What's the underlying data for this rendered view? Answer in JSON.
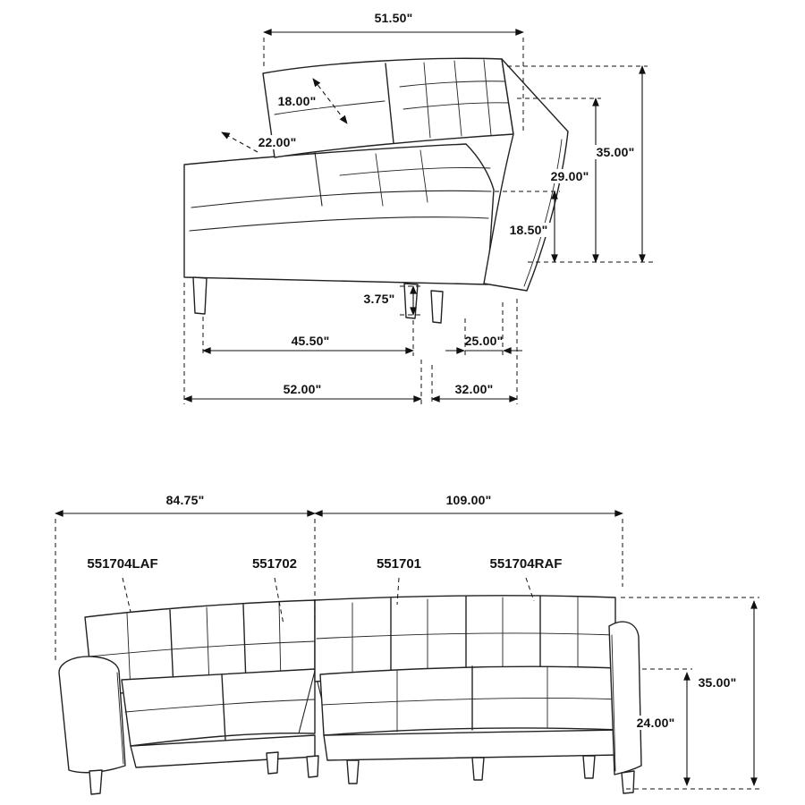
{
  "colors": {
    "line": "#222222",
    "dim_line": "#111111",
    "text": "#111111",
    "background": "#ffffff"
  },
  "loveseat": {
    "dims": {
      "overall_width_top": "51.50\"",
      "back_cushion": "18.00\"",
      "seat_depth": "22.00\"",
      "overall_height": "35.00\"",
      "back_height": "29.00\"",
      "seat_height": "18.50\"",
      "leg_height": "3.75\"",
      "inner_width": "45.50\"",
      "inner_depth": "25.00\"",
      "overall_width": "52.00\"",
      "overall_depth": "32.00\""
    }
  },
  "sectional": {
    "dims": {
      "left_width": "84.75\"",
      "right_width": "109.00\"",
      "overall_height": "35.00\"",
      "arm_height": "24.00\""
    },
    "parts": {
      "laf": "551704LAF",
      "corner": "551702",
      "armless": "551701",
      "raf": "551704RAF"
    }
  }
}
